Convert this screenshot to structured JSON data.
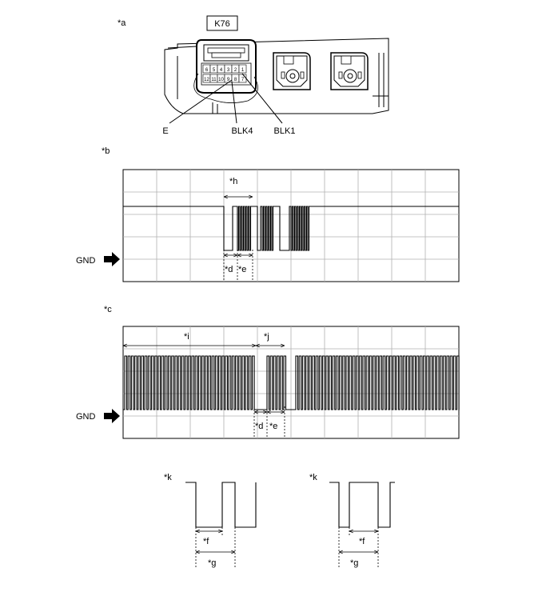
{
  "labels": {
    "a": "*a",
    "b": "*b",
    "c": "*c",
    "k1": "*k",
    "k2": "*k",
    "h": "*h",
    "i": "*i",
    "j": "*j",
    "d1": "*d",
    "e1": "*e",
    "d2": "*d",
    "e2": "*e",
    "f1": "*f",
    "g1": "*g",
    "f2": "*f",
    "g2": "*g"
  },
  "connector": {
    "id": "K76",
    "pins_top": [
      "6",
      "5",
      "4",
      "3",
      "2",
      "1"
    ],
    "pins_bottom": [
      "12",
      "11",
      "10",
      "9",
      "8",
      "7"
    ],
    "callouts": [
      "E",
      "BLK4",
      "BLK1"
    ]
  },
  "gnd": {
    "b": "GND",
    "c": "GND"
  }
}
